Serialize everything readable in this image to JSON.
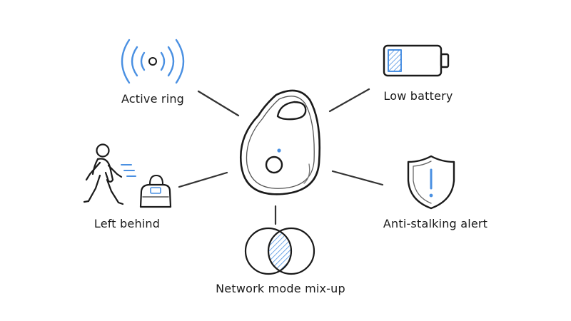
{
  "center": {
    "device": "tracker-tag"
  },
  "features": [
    {
      "id": "active-ring",
      "label": "Active ring",
      "icon": "sound-waves-icon"
    },
    {
      "id": "low-battery",
      "label": "Low battery",
      "icon": "battery-low-icon"
    },
    {
      "id": "left-behind",
      "label": "Left behind",
      "icon": "walking-person-bag-icon"
    },
    {
      "id": "anti-stalking-alert",
      "label": "Anti-stalking alert",
      "icon": "shield-alert-icon"
    },
    {
      "id": "network-mode-mix-up",
      "label": "Network mode mix-up",
      "icon": "venn-overlap-icon"
    }
  ],
  "colors": {
    "ink": "#1a1a1a",
    "accent": "#4a90e2",
    "accent_light": "#8fb8ee"
  }
}
